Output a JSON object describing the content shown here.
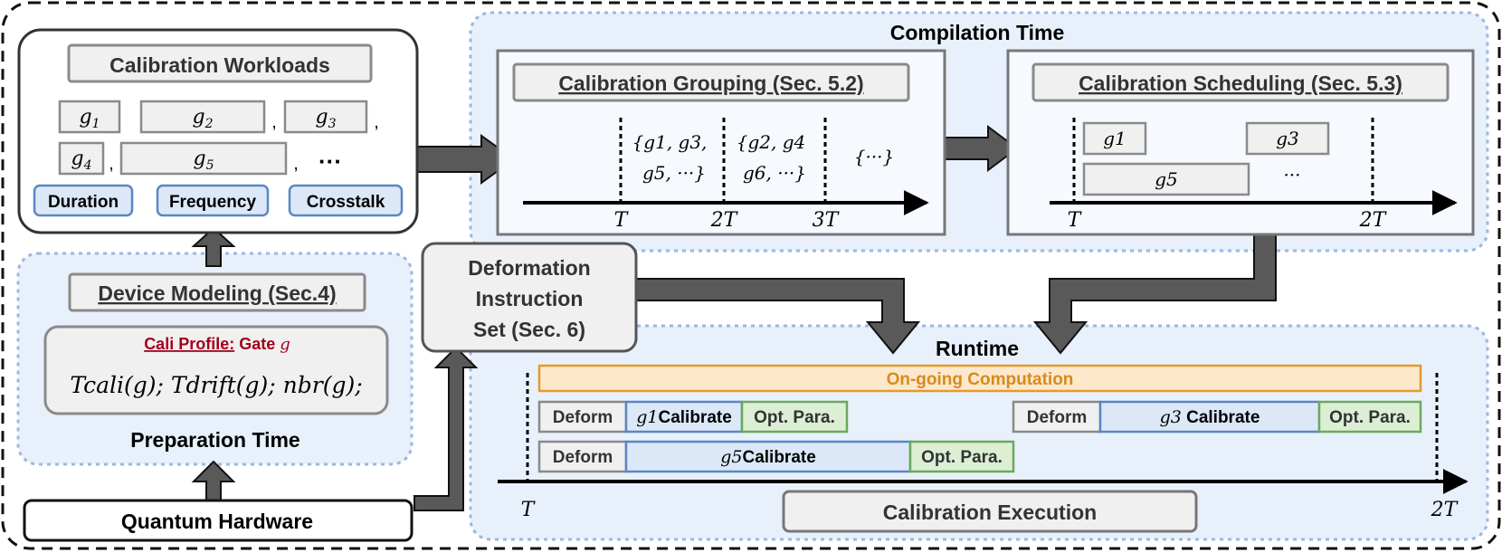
{
  "preparation": {
    "workloads_title": "Calibration Workloads",
    "gates": [
      "g",
      "g",
      "g",
      "g",
      "g"
    ],
    "gate_subs": [
      "1",
      "2",
      "3",
      "4",
      "5"
    ],
    "separator": ",",
    "ellipsis": "···",
    "tags": [
      "Duration",
      "Frequency",
      "Crosstalk"
    ],
    "device_modeling": "Device Modeling (Sec.4)",
    "profile_label": "Cali Profile:",
    "profile_gate": "Gate",
    "profile_gate_var": "g",
    "profile_formula": "Tcali(g); Tdrift(g);  nbr(g);",
    "section_label": "Preparation Time",
    "hardware": "Quantum Hardware"
  },
  "deformation": {
    "lines": [
      "Deformation",
      "Instruction",
      "Set (Sec. 6)"
    ]
  },
  "compilation": {
    "section_label": "Compilation Time",
    "grouping": {
      "title": "Calibration Grouping (Sec. 5.2)",
      "group1_line1": "{g1, g3,",
      "group1_line2": "g5, ···}",
      "group2_line1": "{g2, g4",
      "group2_line2": "g6, ···}",
      "group3": "{···}",
      "ticks": [
        "T",
        "2T",
        "3T"
      ]
    },
    "scheduling": {
      "title": "Calibration Scheduling (Sec. 5.3)",
      "blocks": [
        "g1",
        "g3",
        "g5"
      ],
      "ellipsis": "···",
      "ticks": [
        "T",
        "2T"
      ]
    }
  },
  "runtime": {
    "section_label": "Runtime",
    "ongoing": "On-going Computation",
    "deform": "Deform",
    "calibrate": "Calibrate",
    "opt": "Opt. Para.",
    "gate_vars": [
      "g1",
      "g3",
      "g5"
    ],
    "ticks": [
      "T",
      "2T"
    ],
    "execution": "Calibration Execution"
  },
  "colors": {
    "section_fill": "#e8f0fb",
    "section_border": "#9ab8e0",
    "tag_fill": "#dce8f8",
    "tag_border": "#5b86c5",
    "gray_fill": "#f0f0f0",
    "gray_border": "#8a8a8a",
    "arrow_fill": "#595959",
    "orange_fill": "#fde8cc",
    "orange_border": "#e39b2d",
    "orange_text": "#d98a1a",
    "blue_block_fill": "#dce8f8",
    "green_fill": "#dcefd5",
    "green_border": "#6aaa5a",
    "dark_red": "#a3001b"
  }
}
